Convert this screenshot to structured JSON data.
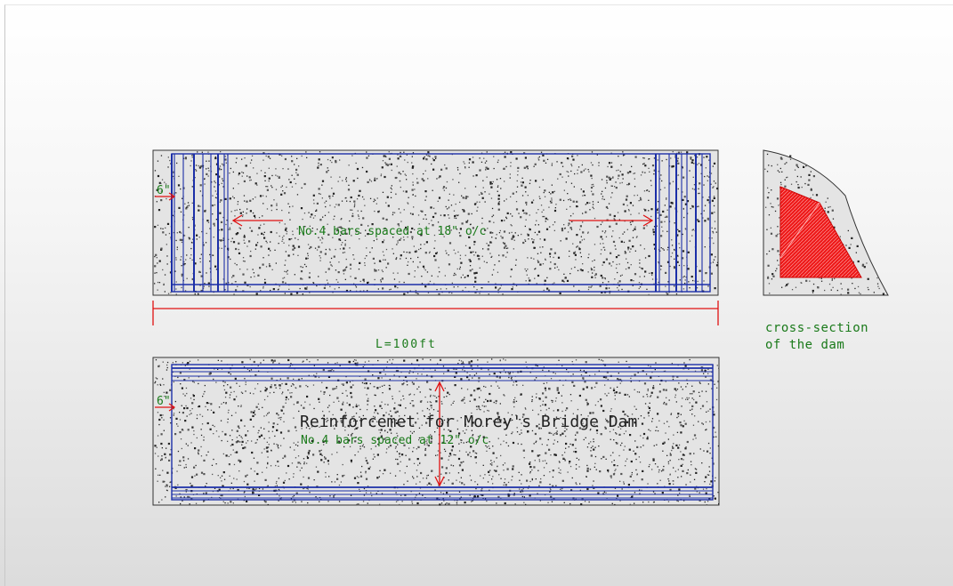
{
  "drawing": {
    "top_note": "No.4 bars spaced at 18\" o/c",
    "bottom_note": "No.4 bars spaced at 12\" o/c",
    "title": "Reinforcemet for Morey's Bridge Dam",
    "length_label": "L=100ft",
    "cover_top": "6\"",
    "cover_bottom": "6\"",
    "section_label_line1": "cross-section",
    "section_label_line2": "of the dam"
  },
  "colors": {
    "concrete": "#e4e4e4",
    "rebar": "#1c2fa8",
    "dimension": "#e01010",
    "note_text": "#1a7a1a",
    "section_fill": "#e81616"
  }
}
